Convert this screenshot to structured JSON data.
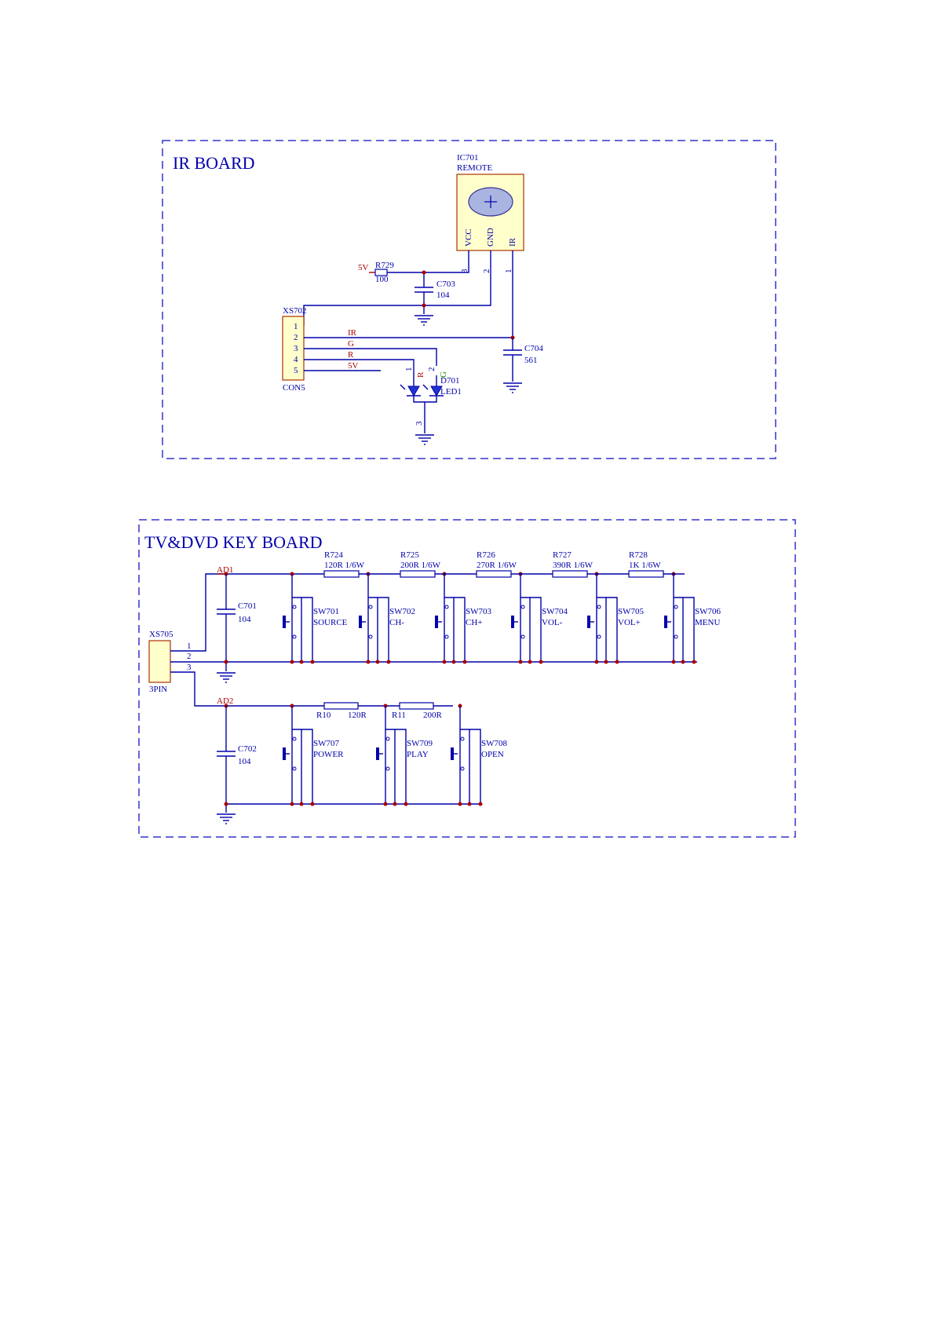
{
  "ir_board": {
    "title": "IR BOARD",
    "ic": {
      "ref": "IC701",
      "value": "REMOTE",
      "pins": [
        "VCC",
        "GND",
        "IR"
      ],
      "pin_numbers": [
        "3",
        "2",
        "1"
      ]
    },
    "r729": {
      "ref": "R729",
      "value": "100",
      "net": "5V"
    },
    "c703": {
      "ref": "C703",
      "value": "104"
    },
    "c704": {
      "ref": "C704",
      "value": "561"
    },
    "connector": {
      "ref": "XS702",
      "value": "CON5",
      "pins": [
        "1",
        "2",
        "3",
        "4",
        "5"
      ]
    },
    "nets": [
      "IR",
      "G",
      "R",
      "5V"
    ],
    "led": {
      "ref": "D701",
      "value": "LED1",
      "pin1": "1",
      "pin2": "2",
      "pin3": "3",
      "r_label": "R",
      "g_label": "G"
    }
  },
  "key_board": {
    "title": "TV&DVD KEY BOARD",
    "connector": {
      "ref": "XS705",
      "value": "3PIN",
      "pins": [
        "1",
        "2",
        "3"
      ]
    },
    "nets": [
      "AD1",
      "AD2"
    ],
    "c701": {
      "ref": "C701",
      "value": "104"
    },
    "c702": {
      "ref": "C702",
      "value": "104"
    },
    "row1_resistors": [
      {
        "ref": "R724",
        "value": "120R 1/6W"
      },
      {
        "ref": "R725",
        "value": "200R 1/6W"
      },
      {
        "ref": "R726",
        "value": "270R 1/6W"
      },
      {
        "ref": "R727",
        "value": "390R 1/6W"
      },
      {
        "ref": "R728",
        "value": "1K 1/6W"
      }
    ],
    "row1_switches": [
      {
        "ref": "SW701",
        "label": "SOURCE"
      },
      {
        "ref": "SW702",
        "label": "CH-"
      },
      {
        "ref": "SW703",
        "label": "CH+"
      },
      {
        "ref": "SW704",
        "label": "VOL-"
      },
      {
        "ref": "SW705",
        "label": "VOL+"
      },
      {
        "ref": "SW706",
        "label": "MENU"
      }
    ],
    "row2_resistors": [
      {
        "ref": "R10",
        "value": "120R"
      },
      {
        "ref": "R11",
        "value": "200R"
      }
    ],
    "row2_switches": [
      {
        "ref": "SW707",
        "label": "POWER"
      },
      {
        "ref": "SW709",
        "label": "PLAY"
      },
      {
        "ref": "SW708",
        "label": "OPEN"
      }
    ]
  }
}
